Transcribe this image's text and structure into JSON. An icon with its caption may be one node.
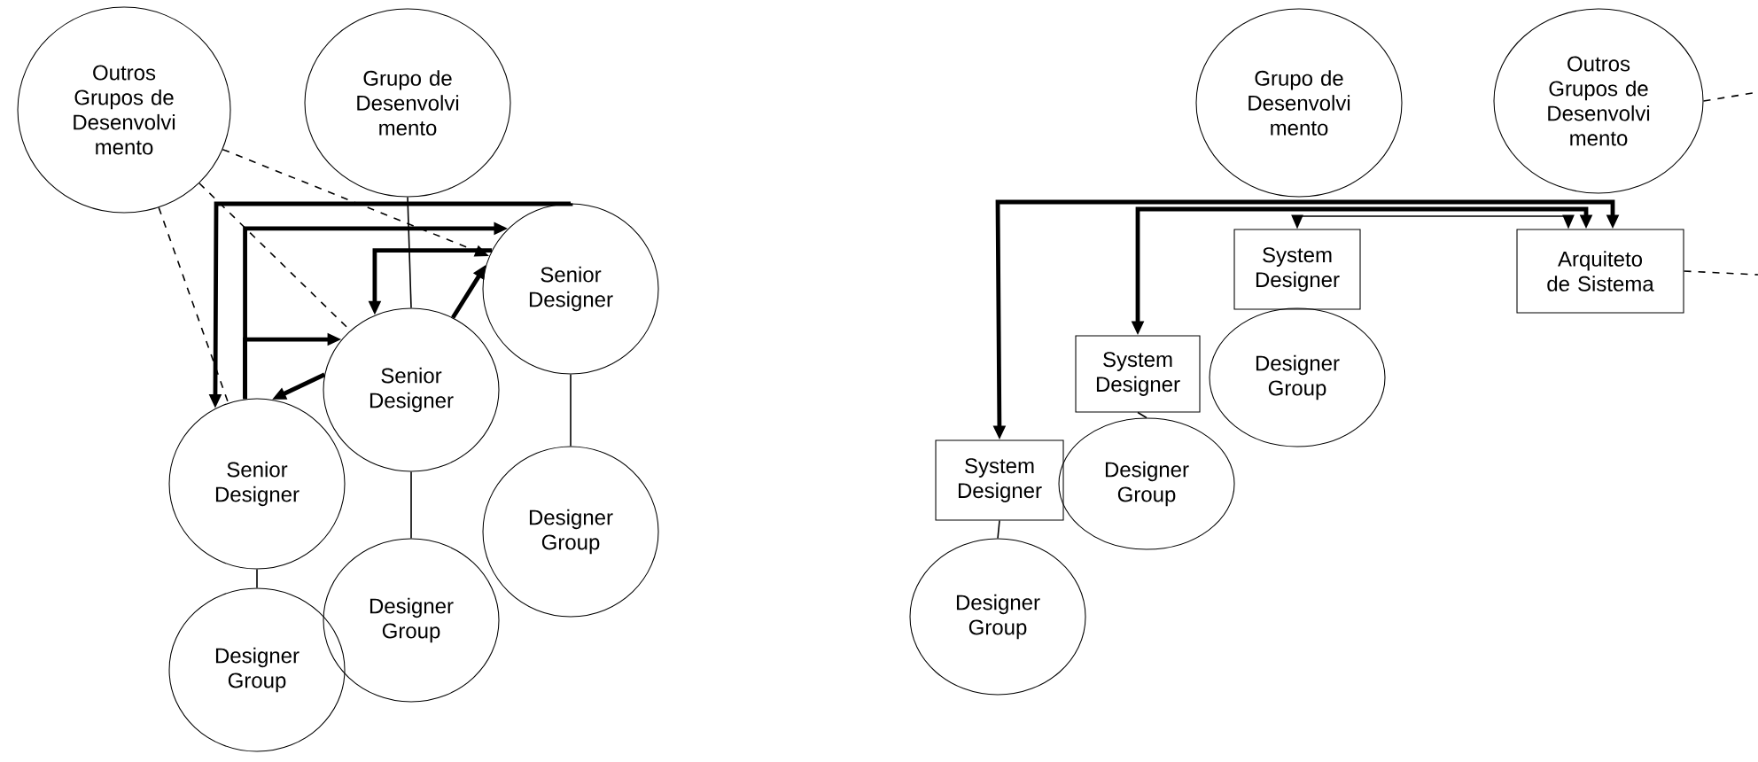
{
  "diagram": {
    "nodes": [
      {
        "text": [
          "Outros Grupos de Desenvolvi mento"
        ]
      },
      {
        "text": [
          "Grupo de Desenvolvi mento"
        ]
      },
      {
        "text": [
          "Senior Designer"
        ]
      },
      {
        "text": [
          "Senior Designer"
        ]
      },
      {
        "text": [
          "Senior Designer"
        ]
      },
      {
        "text": [
          "Designer Group"
        ]
      },
      {
        "text": [
          "Designer Group"
        ]
      },
      {
        "text": [
          "Designer Group"
        ]
      },
      {
        "text": [
          "Grupo de Desenvolvi mento"
        ]
      },
      {
        "text": [
          "Outros Grupos de Desenvolvi mento"
        ]
      },
      {
        "text": [
          "Arquiteto de Sistema"
        ]
      },
      {
        "text": [
          "System Designer"
        ]
      },
      {
        "text": [
          "Designer Group"
        ]
      },
      {
        "text": [
          "System Designer"
        ]
      },
      {
        "text": [
          "Designer Group"
        ]
      },
      {
        "text": [
          "System Designer"
        ]
      },
      {
        "text": [
          "Designer Group"
        ]
      }
    ],
    "edges": [
      {
        "from": 0,
        "to": 2,
        "arrow": "to",
        "style": "dashed"
      },
      {
        "from": 0,
        "to": 3,
        "arrow": "none",
        "style": "dashed"
      },
      {
        "from": 0,
        "to": 4,
        "arrow": "none",
        "style": "dashed"
      },
      {
        "from": 1,
        "to": 3,
        "arrow": "none"
      },
      {
        "from": 2,
        "to": 4,
        "arrow": "to",
        "style": "thick"
      },
      {
        "from": 4,
        "to": 2,
        "arrow": "to",
        "style": "thick"
      },
      {
        "from": 4,
        "to": 3,
        "arrow": "to",
        "style": "thick"
      },
      {
        "from": 2,
        "to": 3,
        "arrow": "to",
        "style": "thick"
      },
      {
        "from": 3,
        "to": 2,
        "arrow": "to",
        "style": "thick"
      },
      {
        "from": 3,
        "to": 4,
        "arrow": "to",
        "style": "thick"
      },
      {
        "from": 4,
        "to": 5,
        "arrow": "none"
      },
      {
        "from": 3,
        "to": 6,
        "arrow": "none"
      },
      {
        "from": 2,
        "to": 7,
        "arrow": "none"
      },
      {
        "from": 9,
        "to": null,
        "arrow": "none",
        "style": "dashed"
      },
      {
        "from": 10,
        "to": null,
        "arrow": "none",
        "style": "dashed"
      },
      {
        "from": 10,
        "to": 15,
        "arrow": "both",
        "style": "thick"
      },
      {
        "from": 10,
        "to": 13,
        "arrow": "both",
        "style": "thick"
      },
      {
        "from": 10,
        "to": 11,
        "arrow": "both"
      },
      {
        "from": 13,
        "to": 14,
        "arrow": "none"
      },
      {
        "from": 15,
        "to": 16,
        "arrow": "none"
      }
    ]
  }
}
